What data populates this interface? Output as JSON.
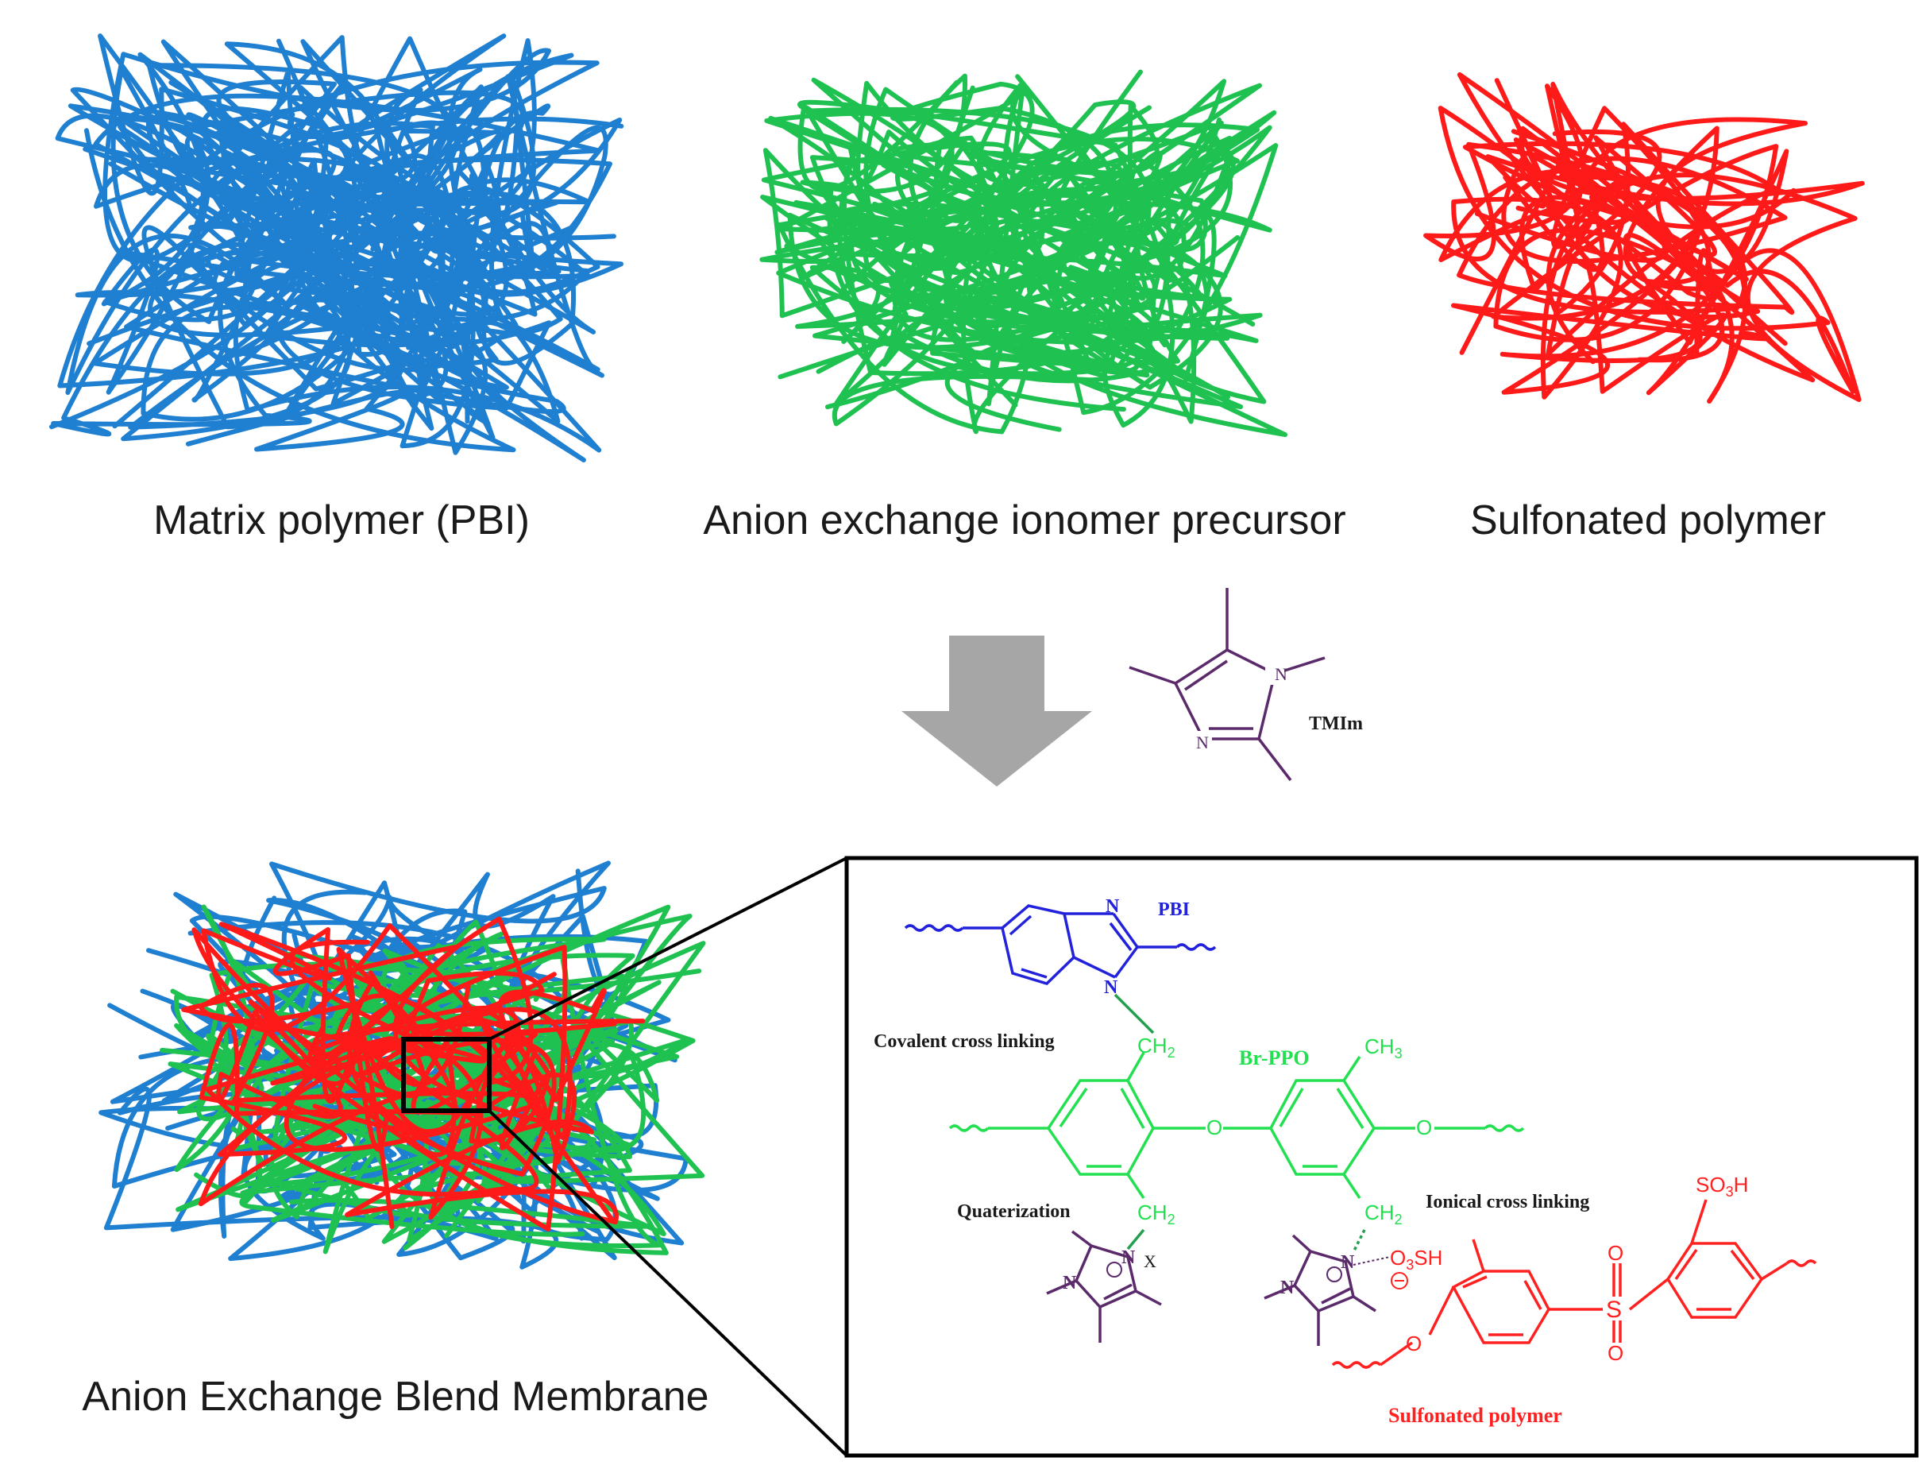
{
  "panels": {
    "matrix_polymer": {
      "label": "Matrix polymer (PBI)",
      "color": "#1f7fd0"
    },
    "anion_precursor": {
      "label": "Anion exchange ionomer precursor",
      "color": "#1fc250"
    },
    "sulfonated_polymer": {
      "label": "Sulfonated polymer",
      "color": "#ff1a1a"
    }
  },
  "reagent": {
    "label": "TMIm",
    "color": "#5b2a6b"
  },
  "blend": {
    "label": "Anion Exchange Blend Membrane"
  },
  "inset": {
    "pbi_label": "PBI",
    "n_top": "N",
    "n_bottom": "N",
    "covalent_label": "Covalent cross linking",
    "ch2_a": "CH",
    "ch2_b": "CH",
    "ch2_c": "CH",
    "ch3": "CH",
    "brppo_label": "Br-PPO",
    "o_ether": "O",
    "o_end": "O",
    "quaternization_label": "Quaterization",
    "ionical_label": "Ionical cross linking",
    "so3h_top": "SO",
    "so3h_top_h": "H",
    "x_minus": "X",
    "so3h_mid": "SH",
    "so3h_mid_o": "O",
    "sulfone_s": "S",
    "sulfone_o_top": "O",
    "sulfone_o_bottom": "O",
    "phenoxy_o": "O",
    "sulfonated_label": "Sulfonated polymer",
    "im1_n": "N",
    "im1_n2": "N",
    "im2_n": "N",
    "im2_n2": "N",
    "sub2": "2",
    "sub3": "3"
  },
  "colors": {
    "pbi_blue": "#2222dd",
    "ppo_green": "#22e050",
    "sulfo_red": "#ff2020",
    "im_purple": "#5b2a6b",
    "arrow_gray": "#a6a6a6",
    "text_dark": "#1a1a1a"
  }
}
